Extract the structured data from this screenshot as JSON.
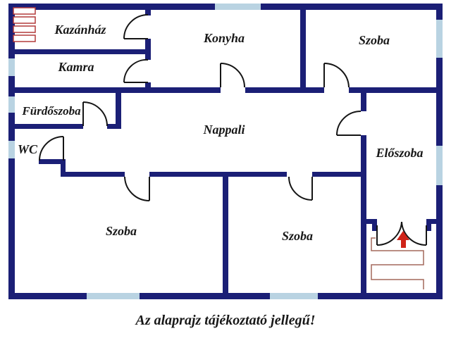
{
  "plan": {
    "caption": "Az alaprajz tájékoztató jellegű!",
    "rooms": [
      {
        "id": "kazanhaz",
        "label": "Kazánház"
      },
      {
        "id": "kamra",
        "label": "Kamra"
      },
      {
        "id": "konyha",
        "label": "Konyha"
      },
      {
        "id": "szoba-top-right",
        "label": "Szoba"
      },
      {
        "id": "furdoszoba",
        "label": "Fürdőszoba"
      },
      {
        "id": "wc",
        "label": "WC"
      },
      {
        "id": "nappali",
        "label": "Nappali"
      },
      {
        "id": "eloszoba",
        "label": "Előszoba"
      },
      {
        "id": "szoba-bottom-left",
        "label": "Szoba"
      },
      {
        "id": "szoba-bottom-middle",
        "label": "Szoba"
      }
    ],
    "symbols": {
      "radiator": "radiator-symbol",
      "stairs": "entrance-steps-symbol",
      "arrow": "entrance-arrow-up-icon"
    },
    "colors": {
      "wall": "#1b1f76",
      "window": "#b9d3e2",
      "door_line": "#151515",
      "radiator": "#b23b3b",
      "stairs": "#a4695c",
      "arrow": "#cf2318",
      "text": "#181818",
      "background": "#ffffff"
    }
  }
}
